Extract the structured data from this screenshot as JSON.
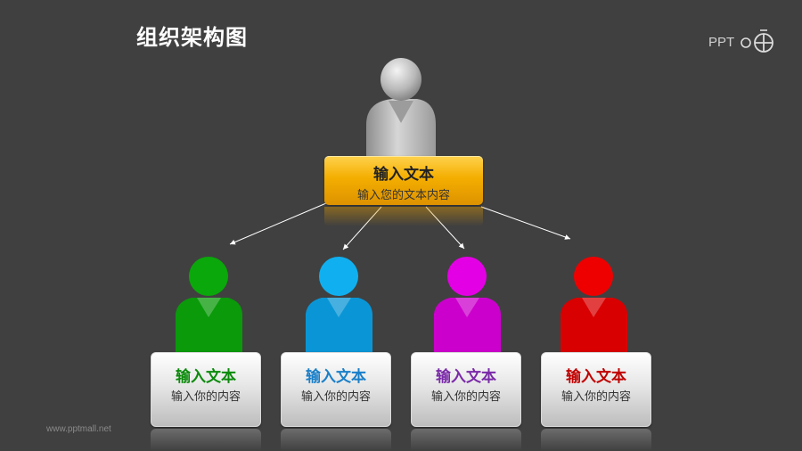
{
  "title": "组织架构图",
  "logo_text": "PPT",
  "watermark": "www.pptmall.net",
  "top_node": {
    "title": "输入文本",
    "subtitle": "输入您的文本内容",
    "color": "#f4ae00"
  },
  "children": [
    {
      "title": "输入文本",
      "subtitle": "输入你的内容",
      "color": "#0a9a0a",
      "title_color": "#0b8a0b"
    },
    {
      "title": "输入文本",
      "subtitle": "输入你的内容",
      "color": "#0aa6e6",
      "title_color": "#1a7fc8"
    },
    {
      "title": "输入文本",
      "subtitle": "输入你的内容",
      "color": "#d800d8",
      "title_color": "#7a2aa8"
    },
    {
      "title": "输入文本",
      "subtitle": "输入你的内容",
      "color": "#e00000",
      "title_color": "#c00000"
    }
  ]
}
